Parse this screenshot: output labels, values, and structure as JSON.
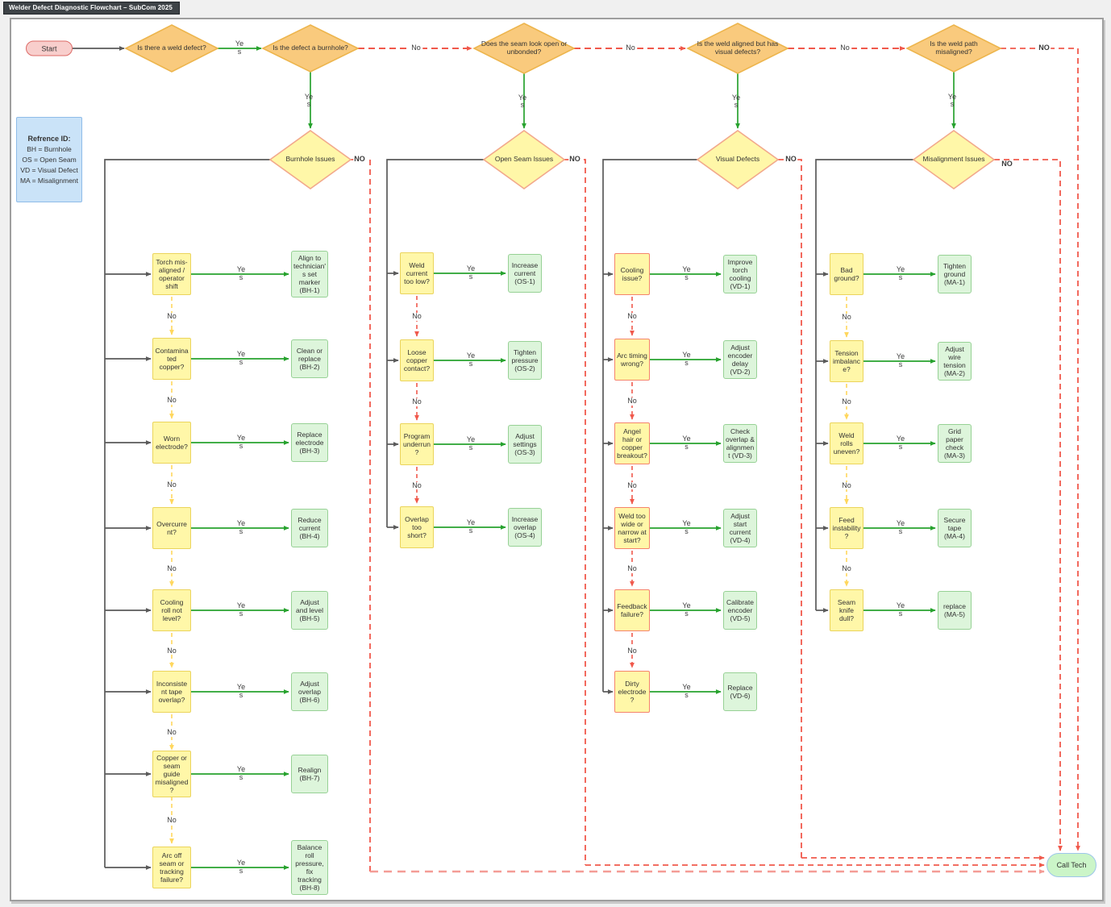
{
  "title": "Welder Defect Diagnostic Flowchart – SubCom 2025",
  "start": {
    "label": "Start"
  },
  "call_tech": {
    "label": "Call Tech"
  },
  "legend": {
    "heading": "Refrence ID:",
    "lines": [
      "BH = Burnhole",
      "OS = Open Seam",
      "VD = Visual Defect",
      "MA = Misalignment"
    ]
  },
  "labels": {
    "yes": "Yes",
    "no": "No",
    "no_caps": "NO"
  },
  "top_decisions": [
    "Is there a weld defect?",
    "Is the defect a burnhole?",
    "Does the seam look open or unbonded?",
    "Is the weld aligned but has visual defects?",
    "Is the weld path misaligned?"
  ],
  "columns": [
    {
      "header": "Burnhole Issues",
      "no_dash": "yellow",
      "q_border": "yellow",
      "rows": [
        {
          "q": "Torch mis-aligned / operator shift",
          "a": "Align to technician's set marker (BH-1)"
        },
        {
          "q": "Contaminated copper?",
          "a": "Clean or replace (BH-2)"
        },
        {
          "q": "Worn electrode?",
          "a": "Replace electrode (BH-3)"
        },
        {
          "q": "Overcurrent?",
          "a": "Reduce current (BH-4)"
        },
        {
          "q": "Cooling roll not level?",
          "a": "Adjust and level (BH-5)"
        },
        {
          "q": "Inconsistent tape overlap?",
          "a": "Adjust overlap (BH-6)"
        },
        {
          "q": "Copper or seam guide misaligned?",
          "a": "Realign (BH-7)"
        },
        {
          "q": "Arc off seam or tracking failure?",
          "a": "Balance roll pressure, fix tracking (BH-8)"
        }
      ]
    },
    {
      "header": "Open Seam Issues",
      "no_dash": "red",
      "q_border": "yellow",
      "rows": [
        {
          "q": "Weld current too low?",
          "a": "Increase current (OS-1)"
        },
        {
          "q": "Loose copper contact?",
          "a": "Tighten pressure (OS-2)"
        },
        {
          "q": "Program underrun?",
          "a": "Adjust settings (OS-3)"
        },
        {
          "q": "Overlap too short?",
          "a": "Increase overlap (OS-4)"
        }
      ]
    },
    {
      "header": "Visual Defects",
      "no_dash": "red",
      "q_border": "red",
      "rows": [
        {
          "q": "Cooling issue?",
          "a": "Improve torch cooling (VD-1)"
        },
        {
          "q": "Arc timing wrong?",
          "a": "Adjust encoder delay (VD-2)"
        },
        {
          "q": "Angel hair or copper breakout?",
          "a": "Check overlap & alignment (VD-3)"
        },
        {
          "q": "Weld too wide or narrow at start?",
          "a": "Adjust start current (VD-4)"
        },
        {
          "q": "Feedback failure?",
          "a": "Calibrate encoder (VD-5)"
        },
        {
          "q": "Dirty electrode?",
          "a": "Replace (VD-6)"
        }
      ]
    },
    {
      "header": "Misalignment Issues",
      "no_dash": "yellow",
      "q_border": "yellow",
      "rows": [
        {
          "q": "Bad ground?",
          "a": "Tighten ground (MA-1)"
        },
        {
          "q": "Tension imbalance?",
          "a": "Adjust wire tension (MA-2)"
        },
        {
          "q": "Weld rolls uneven?",
          "a": "Grid paper check (MA-3)"
        },
        {
          "q": "Feed instability?",
          "a": "Secure tape (MA-4)"
        },
        {
          "q": "Seam knife dull?",
          "a": "replace (MA-5)"
        }
      ]
    }
  ],
  "colors": {
    "page_bg": "#F0F0F0",
    "canvas_bg": "#FFFFFF",
    "frame_border": "#9E9E9E",
    "titlebar_bg": "#3E4347",
    "titlebar_text": "#FFFFFF",
    "top_diamond_fill": "#F9CA7D",
    "top_diamond_border": "#EDB54D",
    "header_diamond_fill": "#FFF7A8",
    "header_diamond_border": "#F2A98C",
    "question_fill": "#FFF7A8",
    "q_border_yellow": "#EBD45B",
    "q_border_red": "#F5846B",
    "action_fill": "#DDF5DB",
    "action_border": "#97D195",
    "start_fill": "#F8CECC",
    "start_border": "#DD6A66",
    "calltech_fill": "#CBF5C8",
    "calltech_border": "#9DC6EA",
    "legend_fill": "#CAE3F8",
    "legend_border": "#8FBCE8",
    "arrow_dark": "#5A5A5A",
    "arrow_green": "#27A22E",
    "arrow_red": "#F0594C",
    "arrow_yellow": "#FFD75E",
    "arrow_pink": "#F49C96",
    "text": "#333333"
  }
}
